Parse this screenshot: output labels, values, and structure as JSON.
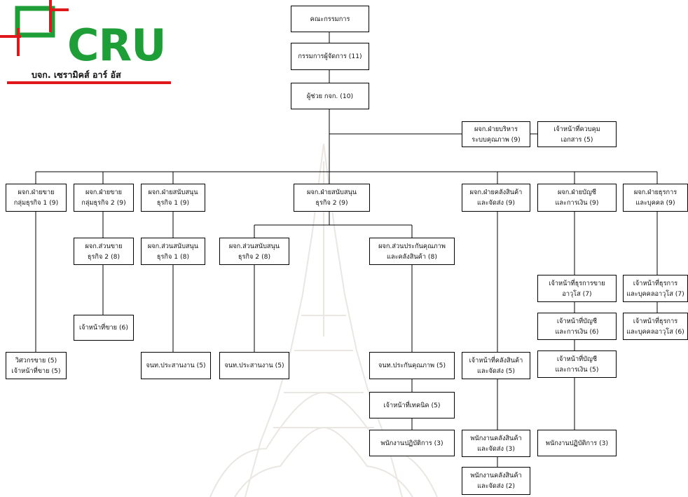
{
  "logo": {
    "text": "CRU",
    "subtitle": "บจก. เซรามิคส์ อาร์ อัส",
    "green": "#1e9e36",
    "red": "#e2171b"
  },
  "org": {
    "board": "คณะกรรมการ",
    "managing_director": "กรรมการผู้จัดการ (11)",
    "gm": "ผู้ช่วย กจก. (10)",
    "qms_manager": "ผจก.ฝ่ายบริหาร\nระบบคุณภาพ (9)",
    "doc_control": "เจ้าหน้าที่ควบคุม\nเอกสาร (5)",
    "sales_mgr_1": "ผจก.ฝ่ายขาย\nกลุ่มธุรกิจ 1 (9)",
    "sales_mgr_2": "ผจก.ฝ่ายขาย\nกลุ่มธุรกิจ 2 (9)",
    "support_mgr_1": "ผจก.ฝ่ายสนับสนุน\nธุรกิจ 1 (9)",
    "support_mgr_2": "ผจก.ฝ่ายสนับสนุน\nธุรกิจ 2 (9)",
    "warehouse_mgr": "ผจก.ฝ่ายคลังสินค้า\nและจัดส่ง (9)",
    "finance_mgr": "ผจก.ฝ่ายบัญชี\nและการเงิน (9)",
    "admin_mgr": "ผจก.ฝ่ายธุรการ\nและบุคคล (9)",
    "sales_section_2": "ผจก.ส่วนขาย\nธุรกิจ 2 (8)",
    "support_section_1": "ผจก.ส่วนสนับสนุน\nธุรกิจ 1 (8)",
    "support_section_2": "ผจก.ส่วนสนับสนุน\nธุรกิจ 2 (8)",
    "qa_section": "ผจก.ส่วนประกันคุณภาพ\nและคลังสินค้า (8)",
    "sales_officer_6": "เจ้าหน้าที่ขาย (6)",
    "sales_engineer": "วิศวกรขาย (5)\nเจ้าหน้าที่ขาย (5)",
    "coordinator_1": "จนท.ประสานงาน (5)",
    "coordinator_2": "จนท.ประสานงาน (5)",
    "qa_officer": "จนท.ประกันคุณภาพ (5)",
    "technician": "เจ้าหน้าที่เทคนิค (5)",
    "operator_qa": "พนักงานปฏิบัติการ (3)",
    "warehouse_officer": "เจ้าหน้าที่คลังสินค้า\nและจัดส่ง (5)",
    "warehouse_staff_3": "พนักงานคลังสินค้า\nและจัดส่ง (3)",
    "warehouse_staff_2": "พนักงานคลังสินค้า\nและจัดส่ง (2)",
    "sales_admin_officer": "เจ้าหน้าที่ธุรการขาย\nอาวุโส (7)",
    "accountant_6": "เจ้าหน้าที่บัญชี\nและการเงิน (6)",
    "accountant_5": "เจ้าหน้าที่บัญชี\nและการเงิน (5)",
    "operator_finance": "พนักงานปฏิบัติการ (3)",
    "admin_officer_7": "เจ้าหน้าที่ธุรการ\nและบุคคลอาวุโส (7)",
    "admin_officer_6": "เจ้าหน้าที่ธุรการ\nและบุคคลอาวุโส (6)"
  }
}
